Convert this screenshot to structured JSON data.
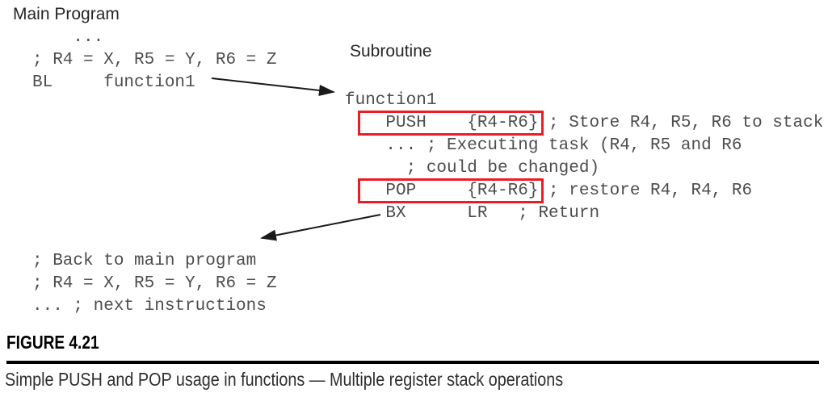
{
  "labels": {
    "main_program": "Main Program",
    "subroutine": "Subroutine"
  },
  "main_code": {
    "lines": [
      "    ...",
      "; R4 = X, R5 = Y, R6 = Z",
      "BL     function1"
    ]
  },
  "subroutine_code": {
    "lines": [
      "function1",
      "    PUSH    {R4-R6} ; Store R4, R5, R6 to stack",
      "    ... ; Executing task (R4, R5 and R6",
      "      ; could be changed)",
      "    POP     {R4-R6} ; restore R4, R4, R6",
      "    BX      LR   ; Return"
    ]
  },
  "return_code": {
    "lines": [
      "; Back to main program",
      "; R4 = X, R5 = Y, R6 = Z",
      "... ; next instructions"
    ]
  },
  "highlights": {
    "push_box_content": "PUSH    {R4-R6}",
    "pop_box_content": "POP     {R4-R6}"
  },
  "figure": {
    "label": "FIGURE 4.21",
    "caption": "Simple PUSH and POP usage in functions — Multiple register stack operations"
  },
  "colors": {
    "highlight_box": "#ed1c24",
    "code_text": "#4d4d4d",
    "label_text": "#262626",
    "arrow": "#1a1a1a"
  }
}
